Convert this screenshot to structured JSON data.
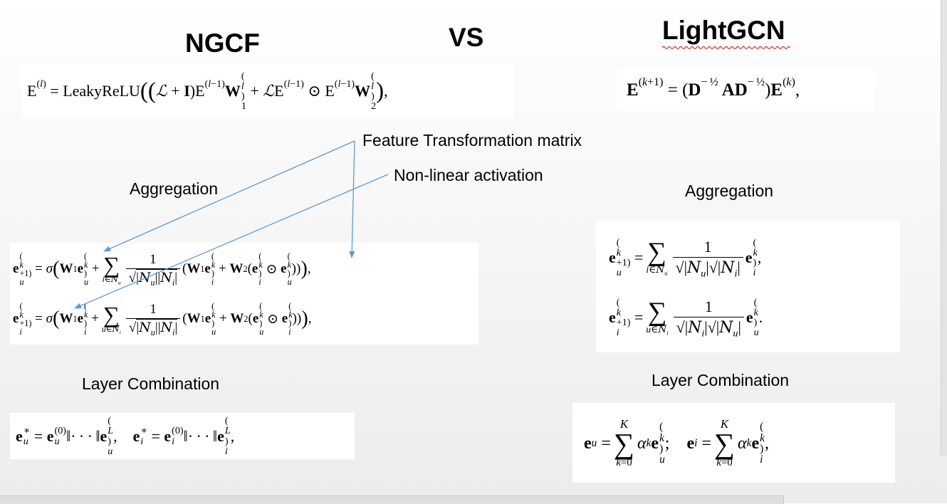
{
  "titles": {
    "left": "NGCF",
    "middle": "VS",
    "right": "LightGCN"
  },
  "labels": {
    "feature_transformation": "Feature Transformation matrix",
    "nonlinear_activation": "Non-linear activation",
    "aggregation_left": "Aggregation",
    "aggregation_right": "Aggregation",
    "layer_combination_left": "Layer Combination",
    "layer_combination_right": "Layer Combination"
  },
  "colors": {
    "arrow": "#5b9bd5",
    "squiggle": "#d40000"
  }
}
